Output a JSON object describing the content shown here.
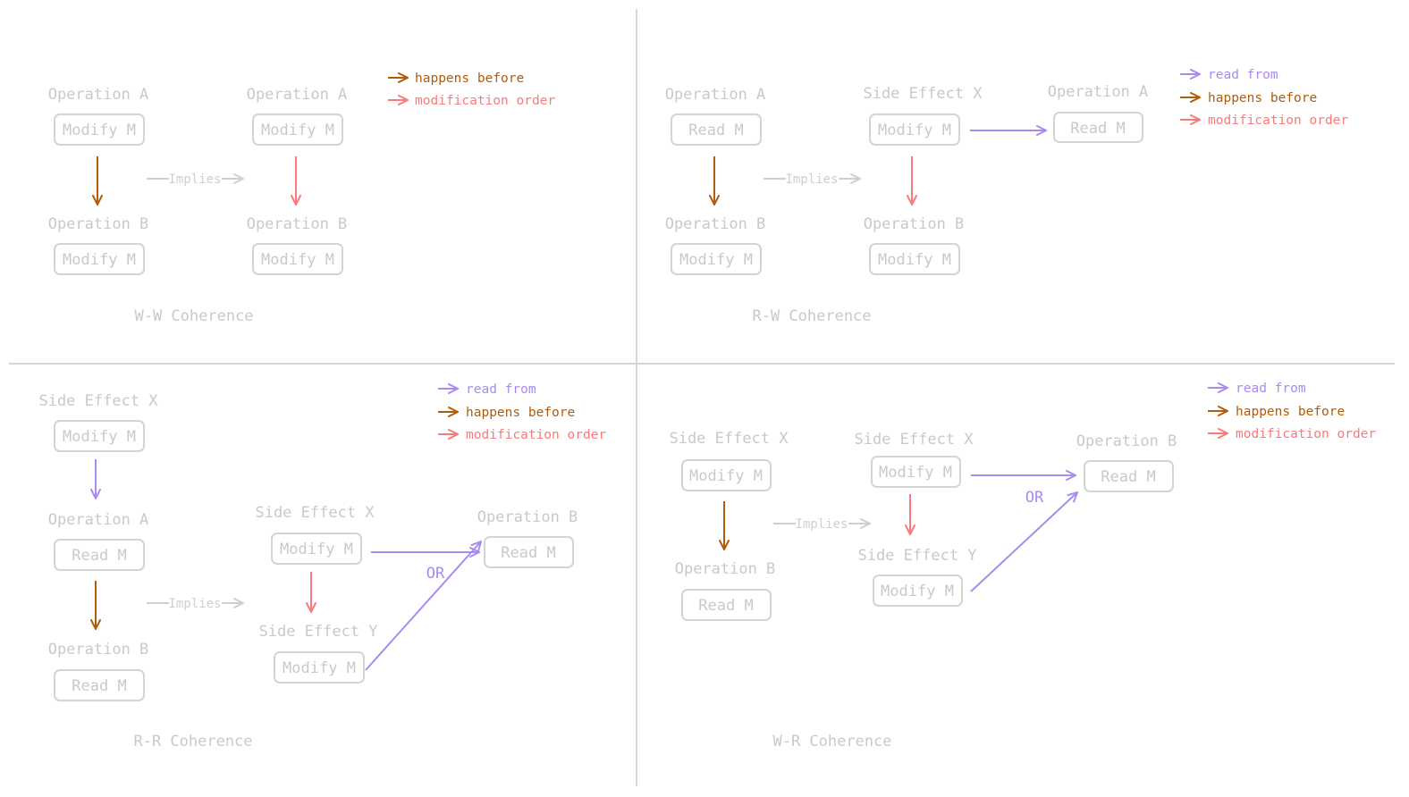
{
  "colors": {
    "read_from": "#a98bf0",
    "happens_before": "#b15c0a",
    "modification_order": "#f77b7b",
    "muted_text": "#c9c9c9",
    "divider": "#d6d6d6"
  },
  "legend_labels": {
    "read_from": "read from",
    "happens_before": "happens before",
    "modification_order": "modification order"
  },
  "connector_labels": {
    "implies": "Implies",
    "or": "OR"
  },
  "panels": {
    "ww": {
      "title": "W-W Coherence",
      "left": {
        "top_label": "Operation A",
        "top_box": "Modify M",
        "bottom_label": "Operation B",
        "bottom_box": "Modify M"
      },
      "right": {
        "top_label": "Operation A",
        "top_box": "Modify M",
        "bottom_label": "Operation B",
        "bottom_box": "Modify M"
      }
    },
    "rw": {
      "title": "R-W Coherence",
      "left": {
        "top_label": "Operation A",
        "top_box": "Read M",
        "bottom_label": "Operation B",
        "bottom_box": "Modify M"
      },
      "right": {
        "top_label": "Side Effect X",
        "top_box": "Modify M",
        "bottom_label": "Operation B",
        "bottom_box": "Modify M",
        "target_label": "Operation A",
        "target_box": "Read M"
      }
    },
    "rr": {
      "title": "R-R Coherence",
      "left": {
        "top_label": "Side Effect X",
        "top_box": "Modify M",
        "mid_label": "Operation A",
        "mid_box": "Read M",
        "bottom_label": "Operation B",
        "bottom_box": "Read M"
      },
      "right": {
        "top_label": "Side Effect X",
        "top_box": "Modify M",
        "bottom_label": "Side Effect Y",
        "bottom_box": "Modify M",
        "target_label": "Operation B",
        "target_box": "Read M"
      }
    },
    "wr": {
      "title": "W-R Coherence",
      "left": {
        "top_label": "Side Effect X",
        "top_box": "Modify M",
        "bottom_label": "Operation B",
        "bottom_box": "Read M"
      },
      "right": {
        "top_label": "Side Effect X",
        "top_box": "Modify M",
        "bottom_label": "Side Effect Y",
        "bottom_box": "Modify M",
        "target_label": "Operation B",
        "target_box": "Read M"
      }
    }
  }
}
